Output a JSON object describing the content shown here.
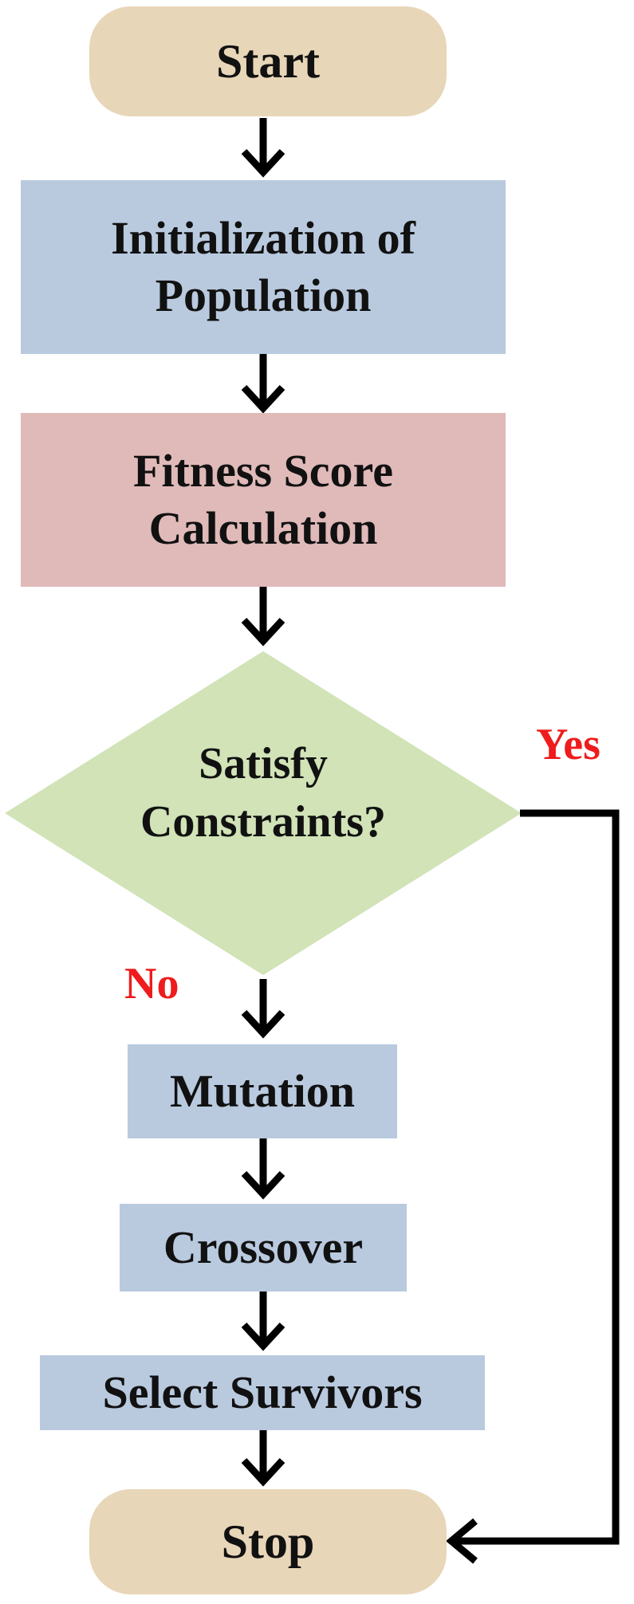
{
  "diagram": {
    "start": "Start",
    "init_line1": "Initialization of",
    "init_line2": "Population",
    "fitness_line1": "Fitness Score",
    "fitness_line2": "Calculation",
    "decision_line1": "Satisfy",
    "decision_line2": "Constraints?",
    "yes": "Yes",
    "no": "No",
    "mutation": "Mutation",
    "crossover": "Crossover",
    "select": "Select Survivors",
    "stop": "Stop"
  },
  "colors": {
    "terminal": "#e8d6b8",
    "blue": "#b9cadf",
    "red": "#e0b9b9",
    "green": "#d1e3b7",
    "label_red": "#ee1c1c",
    "line": "#000000"
  }
}
